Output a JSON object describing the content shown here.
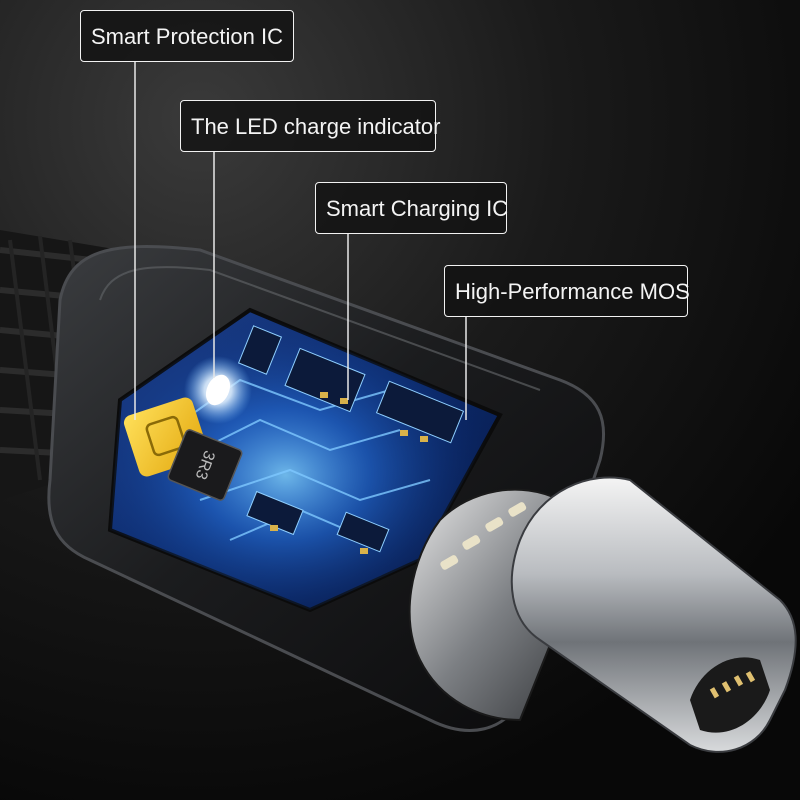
{
  "image": {
    "subject": "magnetic usb-c cable connector cutaway",
    "background_color": "#0e0e0e",
    "accent_color": "#3fa0ff",
    "chip_color": "#f2c21a",
    "led_color": "#ffffff"
  },
  "callouts": [
    {
      "id": "protection",
      "label": "Smart Protection IC"
    },
    {
      "id": "led",
      "label": "The LED charge indicator"
    },
    {
      "id": "charging",
      "label": "Smart Charging IC"
    },
    {
      "id": "mos",
      "label": "High-Performance MOS"
    }
  ],
  "chip_marking": "3R3"
}
